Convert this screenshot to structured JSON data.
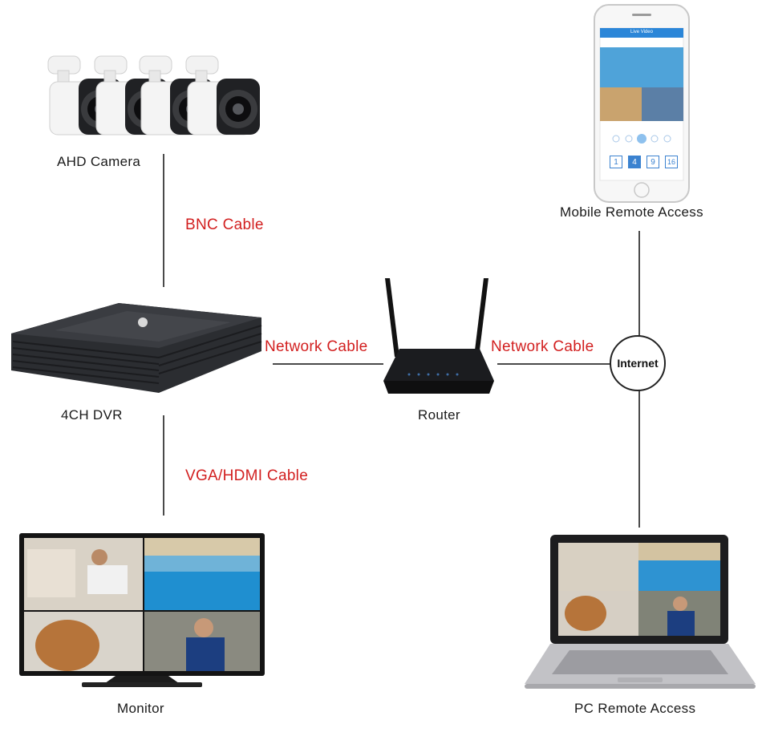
{
  "nodes": {
    "camera": "AHD Camera",
    "dvr": "4CH DVR",
    "router": "Router",
    "monitor": "Monitor",
    "mobile": "Mobile Remote Access",
    "pc": "PC Remote Access",
    "internet": "Internet"
  },
  "cables": {
    "bnc": "BNC Cable",
    "vga_hdmi": "VGA/HDMI Cable",
    "network_left": "Network Cable",
    "network_right": "Network Cable"
  },
  "phone_app": {
    "title": "Live Video",
    "grid_buttons": [
      "1",
      "4",
      "9",
      "16"
    ]
  },
  "colors": {
    "cable_text": "#d21f1f",
    "line": "#4a4a4a",
    "device_dark": "#2b2d31"
  }
}
